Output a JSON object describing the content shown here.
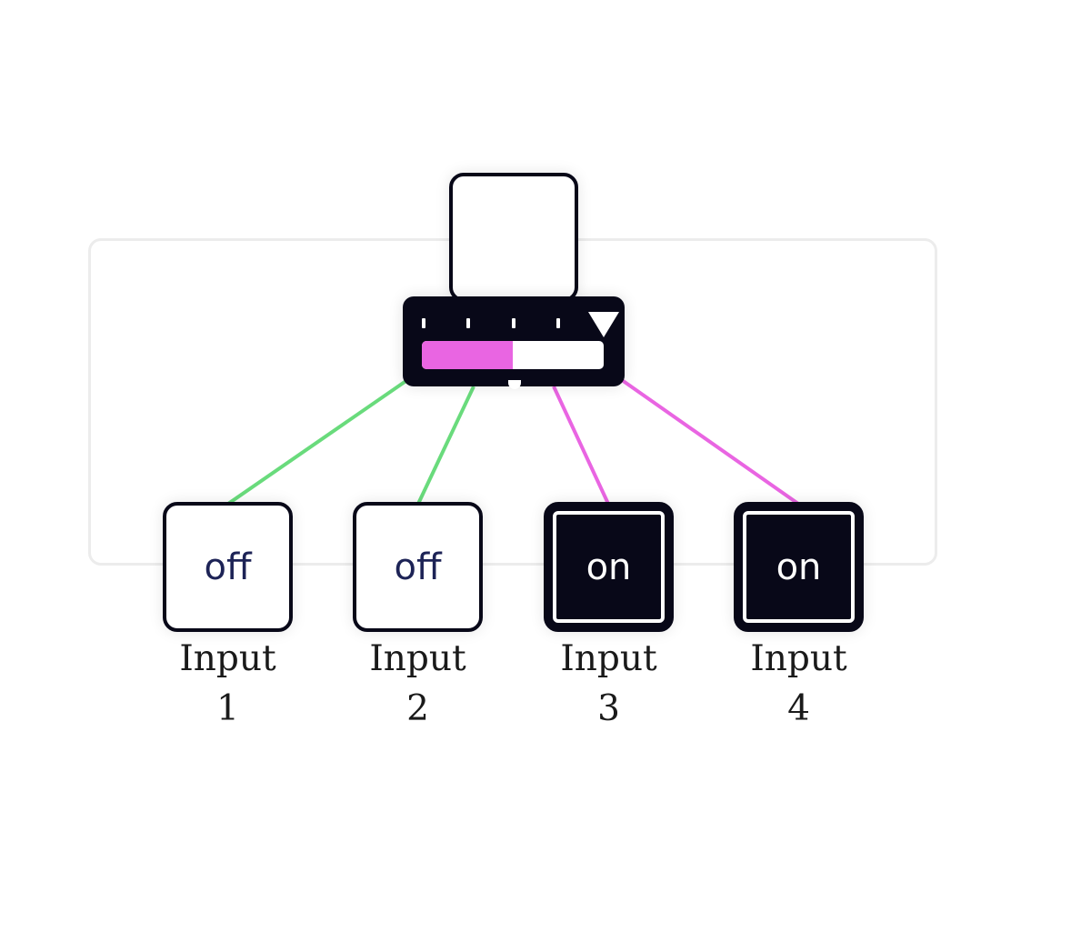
{
  "diagram": {
    "gate": {
      "level": 0.5,
      "fill_color": "#e965e2",
      "tick_count": 4,
      "has_threshold_marker": true
    },
    "output": {
      "state": "empty"
    },
    "colors": {
      "off_wire": "#69db7c",
      "on_wire": "#e965e2",
      "dark": "#080818"
    },
    "inputs": [
      {
        "state": "off",
        "label_line1": "Input",
        "label_line2": "1"
      },
      {
        "state": "off",
        "label_line1": "Input",
        "label_line2": "2"
      },
      {
        "state": "on",
        "label_line1": "Input",
        "label_line2": "3"
      },
      {
        "state": "on",
        "label_line1": "Input",
        "label_line2": "4"
      }
    ]
  }
}
